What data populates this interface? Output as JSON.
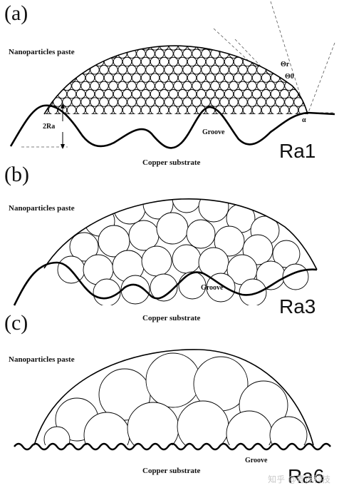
{
  "panels": [
    {
      "tag": "(a)",
      "paste_label": "Nanoparticles paste",
      "substrate_label": "Copper substrate",
      "groove_label": "Groove",
      "roughness_label": "Ra1",
      "annotations": {
        "height": "2Ra",
        "theta_r": "Θr",
        "theta_0": "Θ0",
        "alpha": "α"
      }
    },
    {
      "tag": "(b)",
      "paste_label": "Nanoparticles paste",
      "substrate_label": "Copper substrate",
      "groove_label": "Groove",
      "roughness_label": "Ra3"
    },
    {
      "tag": "(c)",
      "paste_label": "Nanoparticles paste",
      "substrate_label": "Copper substrate",
      "groove_label": "Groove",
      "roughness_label": "Ra6"
    }
  ],
  "watermark": "知乎 @青连科技"
}
